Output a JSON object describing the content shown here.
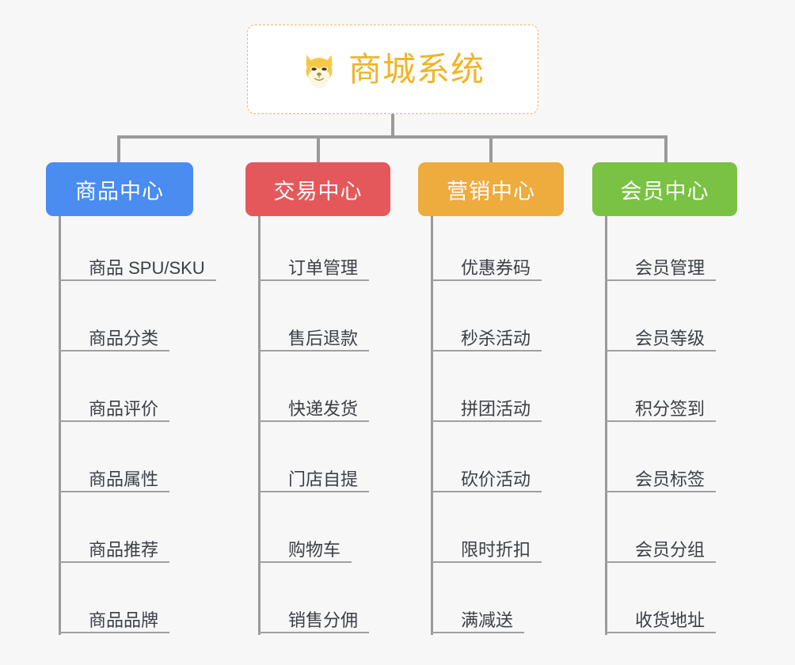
{
  "page": {
    "background_color": "#f7f7f7",
    "type": "mindmap"
  },
  "root": {
    "title": "商城系统",
    "icon": "shiba-dog-face-icon",
    "border_color": "#e9ba6b",
    "text_color": "#f0b429",
    "background_color": "#ffffff"
  },
  "connector_color": "#9a9a9a",
  "leaf_text_color": "#3b3f45",
  "leaf_rule_color": "#a0a0a0",
  "branches": [
    {
      "label": "商品中心",
      "color": "#4a8cf0",
      "items": [
        "商品 SPU/SKU",
        "商品分类",
        "商品评价",
        "商品属性",
        "商品推荐",
        "商品品牌"
      ]
    },
    {
      "label": "交易中心",
      "color": "#e4585b",
      "items": [
        "订单管理",
        "售后退款",
        "快递发货",
        "门店自提",
        "购物车",
        "销售分佣"
      ]
    },
    {
      "label": "营销中心",
      "color": "#eeab3e",
      "items": [
        "优惠券码",
        "秒杀活动",
        "拼团活动",
        "砍价活动",
        "限时折扣",
        "满减送"
      ]
    },
    {
      "label": "会员中心",
      "color": "#79c243",
      "items": [
        "会员管理",
        "会员等级",
        "积分签到",
        "会员标签",
        "会员分组",
        "收货地址"
      ]
    }
  ]
}
